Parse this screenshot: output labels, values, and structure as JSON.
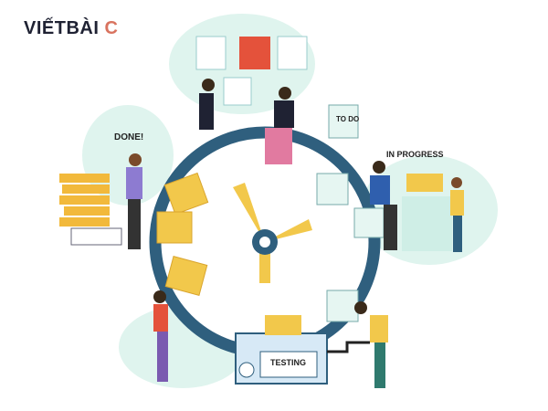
{
  "logo": {
    "main": "VIẾTBÀI",
    "accent": "C"
  },
  "labels": {
    "done": "DONE!",
    "todo": "TO DO",
    "in_progress": "IN PROGRESS",
    "testing": "TESTING"
  },
  "colors": {
    "clock_ring": "#2f5f7e",
    "accent_yellow": "#f2c84b",
    "accent_red": "#e4523b",
    "mint": "#cfeee6",
    "logo_text": "#1f2233",
    "logo_accent": "#d9735f"
  }
}
